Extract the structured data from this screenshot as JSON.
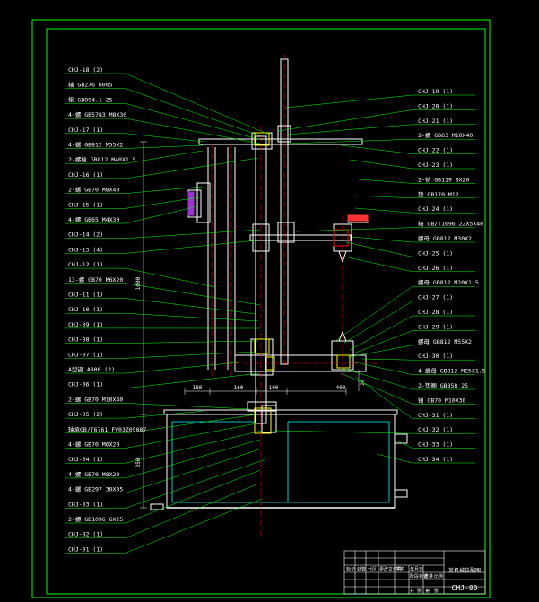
{
  "drawing": {
    "number": "CHJ-00",
    "title": "某机械装配图",
    "colors": {
      "background": "#000000",
      "frame": "#00ff00",
      "part": "#ffffff",
      "leader": "#00ff00",
      "centerline": "#ff0000",
      "section": "#00ffff",
      "accent": "#ffff00"
    }
  },
  "labels_left": [
    "CHJ-18 (2)",
    "轴  GB276   6005",
    "垫  GB894.1   25",
    "4-螺  GB5783  M8X30",
    "CHJ-17 (1)",
    "4-螺  GB812   M55X2",
    "2-螺栓  GB812   M40X1.5",
    "CHJ-16 (1)",
    "2-螺  GB70   M8X40",
    "CHJ-15 (1)",
    "4-螺  GB65   M4X30",
    "CHJ-14 (2)",
    "CHJ-13 (4)",
    "CHJ-12 (1)",
    "13-螺  GB70  M6X20",
    "CHJ-11 (1)",
    "CHJ-10 (1)",
    "CHJ-09 (1)",
    "CHJ-08 (1)",
    "CHJ-07 (1)",
    "A型键   A800 (2)",
    "CHJ-06 (1)",
    "2-螺  GB70   M10X40",
    "CHJ-05 (2)",
    "轴承GB/T6761  FV03Z05007",
    "4-螺  GB70   M6X20",
    "CHJ-04 (1)",
    "4-螺  GB70   M8X20",
    "4-螺  GB297   30X05",
    "CHJ-03 (1)",
    "2-螺  GB1096   6X25",
    "CHJ-02 (1)",
    "CHJ-01 (1)"
  ],
  "labels_right": [
    "CHJ-19 (1)",
    "CHJ-20 (1)",
    "CHJ-21 (1)",
    "2-螺  GB63   M10X40",
    "CHJ-22 (1)",
    "CHJ-23 (1)",
    "2-销  GB119   8X20",
    "垫  GB170   M12",
    "CHJ-24 (1)",
    "轴  GB/T1096   22X5X40",
    "螺母  GB812   M30X2",
    "CHJ-25 (1)",
    "CHJ-26 (1)",
    "螺母  GB812   M20X1.5",
    "CHJ-27 (1)",
    "CHJ-28 (1)",
    "CHJ-29 (1)",
    "螺母  GB812   M55X2",
    "CHJ-30 (1)",
    "4-螺母  GB812   M25X1.5",
    "2-垫圈  GB858   25",
    "销  GB70   M10X30",
    "CHJ-31 (1)",
    "CHJ-32 (1)",
    "CHJ-33 (1)",
    "CHJ-34 (1)"
  ],
  "dimensions": {
    "height_total": "1000",
    "height_base": "350",
    "w1": "180",
    "w2": "160",
    "w3": "100",
    "w4": "400",
    "d_small": "28"
  },
  "title_block": {
    "name_cell": "某机械装配图",
    "number_cell": "CHJ-00",
    "row_cells": [
      "标记",
      "处数",
      "分区",
      "更改文件号",
      "签名",
      "年月日"
    ],
    "scale_cells": [
      "阶段标记",
      "重量",
      "比例"
    ],
    "sheet_cells": [
      "共",
      "张",
      "第",
      "张"
    ]
  }
}
